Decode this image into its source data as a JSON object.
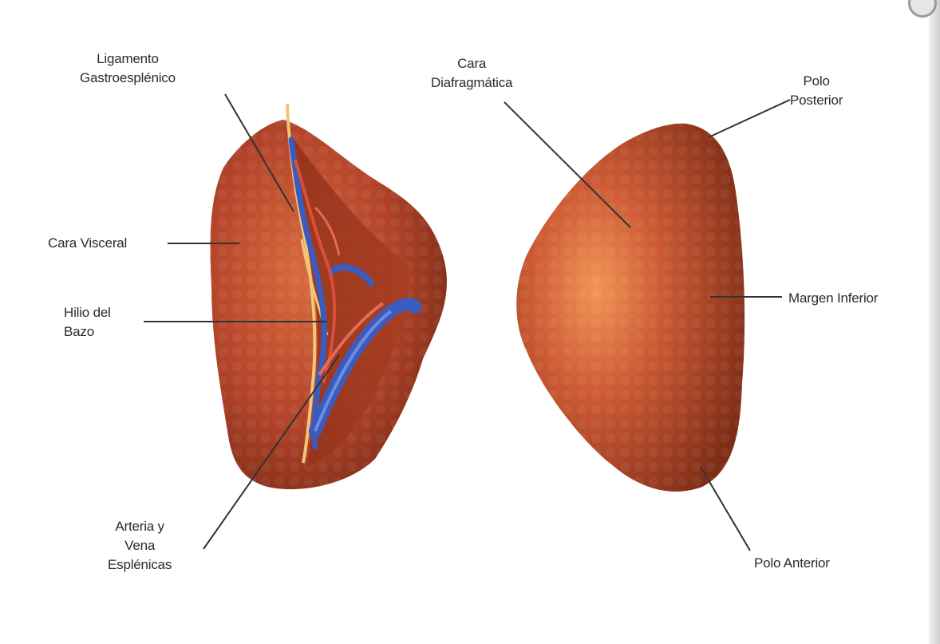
{
  "labels": {
    "ligamento": [
      "Ligamento",
      "Gastroesplénico"
    ],
    "cara_diafragmatica": [
      "Cara",
      "Diafragmática"
    ],
    "polo_posterior": [
      "Polo",
      "Posterior"
    ],
    "cara_visceral": "Cara Visceral",
    "hilio": [
      "Hilio del",
      "Bazo"
    ],
    "margen_inferior": "Margen Inferior",
    "arteria": [
      "Arteria y",
      "Vena",
      "Esplénicas"
    ],
    "polo_anterior": "Polo Anterior"
  },
  "colors": {
    "spleen_dark": "#7a2a15",
    "spleen_mid": "#b8452a",
    "spleen_light": "#e8854d",
    "vessel_blue": "#3a5cc0",
    "vessel_red": "#d8503a",
    "vessel_yellow": "#f3c47a",
    "leader_line": "#333333"
  }
}
